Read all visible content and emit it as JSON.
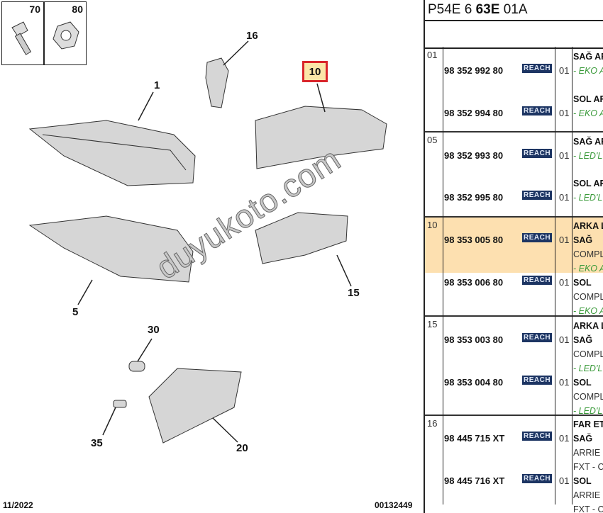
{
  "diagram": {
    "box_labels": [
      "70",
      "80"
    ],
    "callouts": {
      "c16": "16",
      "c10": "10",
      "c1": "1",
      "c5": "5",
      "c15": "15",
      "c30": "30",
      "c35": "35",
      "c20": "20"
    },
    "watermark": "duyukoto.com",
    "date": "11/2022",
    "ref": "00132449"
  },
  "table": {
    "title_a": "P54E 6 ",
    "title_b": "63E",
    "title_c": " 01A",
    "highlight_color": "#fde0b0",
    "rows": [
      {
        "idx": "01",
        "part": "98 352 992 80",
        "badge": "REACH",
        "qty": "01",
        "l1": "SAĞ AR",
        "l2": "- EKO A"
      },
      {
        "part": "98 352 994 80",
        "badge": "REACH",
        "qty": "01",
        "l1": "SOL AR",
        "l2": "- EKO A"
      },
      {
        "idx": "05",
        "part": "98 352 993 80",
        "badge": "REACH",
        "qty": "01",
        "l1": "SAĞ AR",
        "l2": "- LED'L"
      },
      {
        "part": "98 352 995 80",
        "badge": "REACH",
        "qty": "01",
        "l1": "SOL AR",
        "l2": "- LED'L"
      },
      {
        "idx": "10",
        "part": "98 353 005 80",
        "badge": "REACH",
        "qty": "01",
        "l0": "ARKA L",
        "l1": "SAĞ",
        "l2": "COMPL",
        "l3": "- EKO A"
      },
      {
        "part": "98 353 006 80",
        "badge": "REACH",
        "qty": "01",
        "l1": "SOL",
        "l2": "COMPL",
        "l3": "- EKO A"
      },
      {
        "idx": "15",
        "part": "98 353 003 80",
        "badge": "REACH",
        "qty": "01",
        "l0": "ARKA L",
        "l1": "SAĞ",
        "l2": "COMPL",
        "l3": "- LED'L"
      },
      {
        "part": "98 353 004 80",
        "badge": "REACH",
        "qty": "01",
        "l1": "SOL",
        "l2": "COMPL",
        "l3": "- LED'L"
      },
      {
        "idx": "16",
        "part": "98 445 715 XT",
        "badge": "REACH",
        "qty": "01",
        "l0": "FAR ET",
        "l1": "SAĞ",
        "l2": "ARRIE",
        "l3": "FXT - C"
      },
      {
        "part": "98 445 716 XT",
        "badge": "REACH",
        "qty": "01",
        "l1": "SOL",
        "l2": "ARRIE",
        "l3": "FXT - C"
      }
    ]
  }
}
